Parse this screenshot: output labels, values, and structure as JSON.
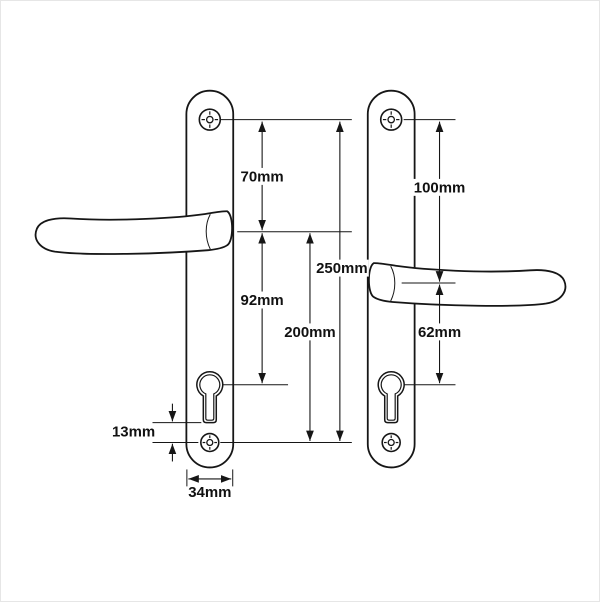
{
  "diagram": {
    "dimensions": {
      "d70": "70mm",
      "d92": "92mm",
      "d100": "100mm",
      "d62": "62mm",
      "d200": "200mm",
      "d250": "250mm",
      "d13": "13mm",
      "d34": "34mm"
    },
    "colors": {
      "line": "#161616",
      "background": "#ffffff"
    }
  }
}
